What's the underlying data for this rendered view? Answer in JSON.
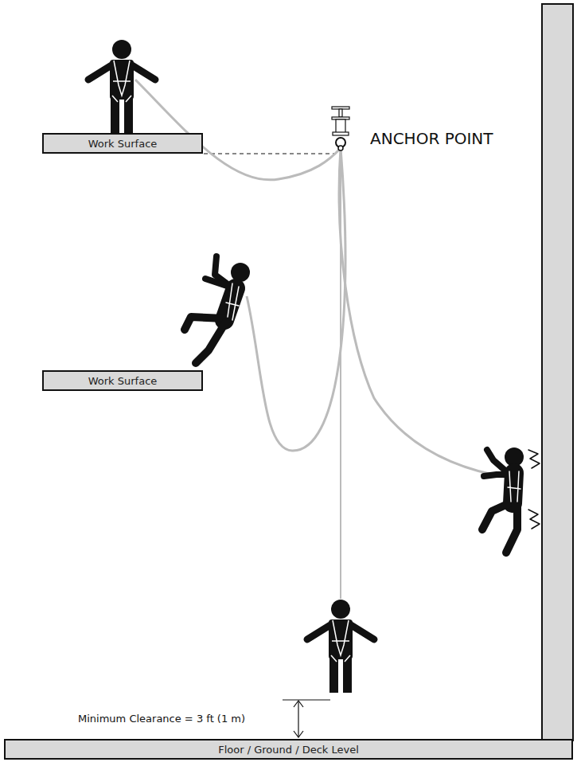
{
  "diagram": {
    "nodes": [
      {
        "text": [
          "Work Surface"
        ]
      },
      {
        "text": [
          "Work Surface"
        ]
      },
      {
        "text": [
          "Floor / Ground / Deck Level"
        ]
      }
    ],
    "labels": [
      "ANCHOR POINT",
      "Minimum Clearance = 3 ft (1 m)"
    ]
  }
}
